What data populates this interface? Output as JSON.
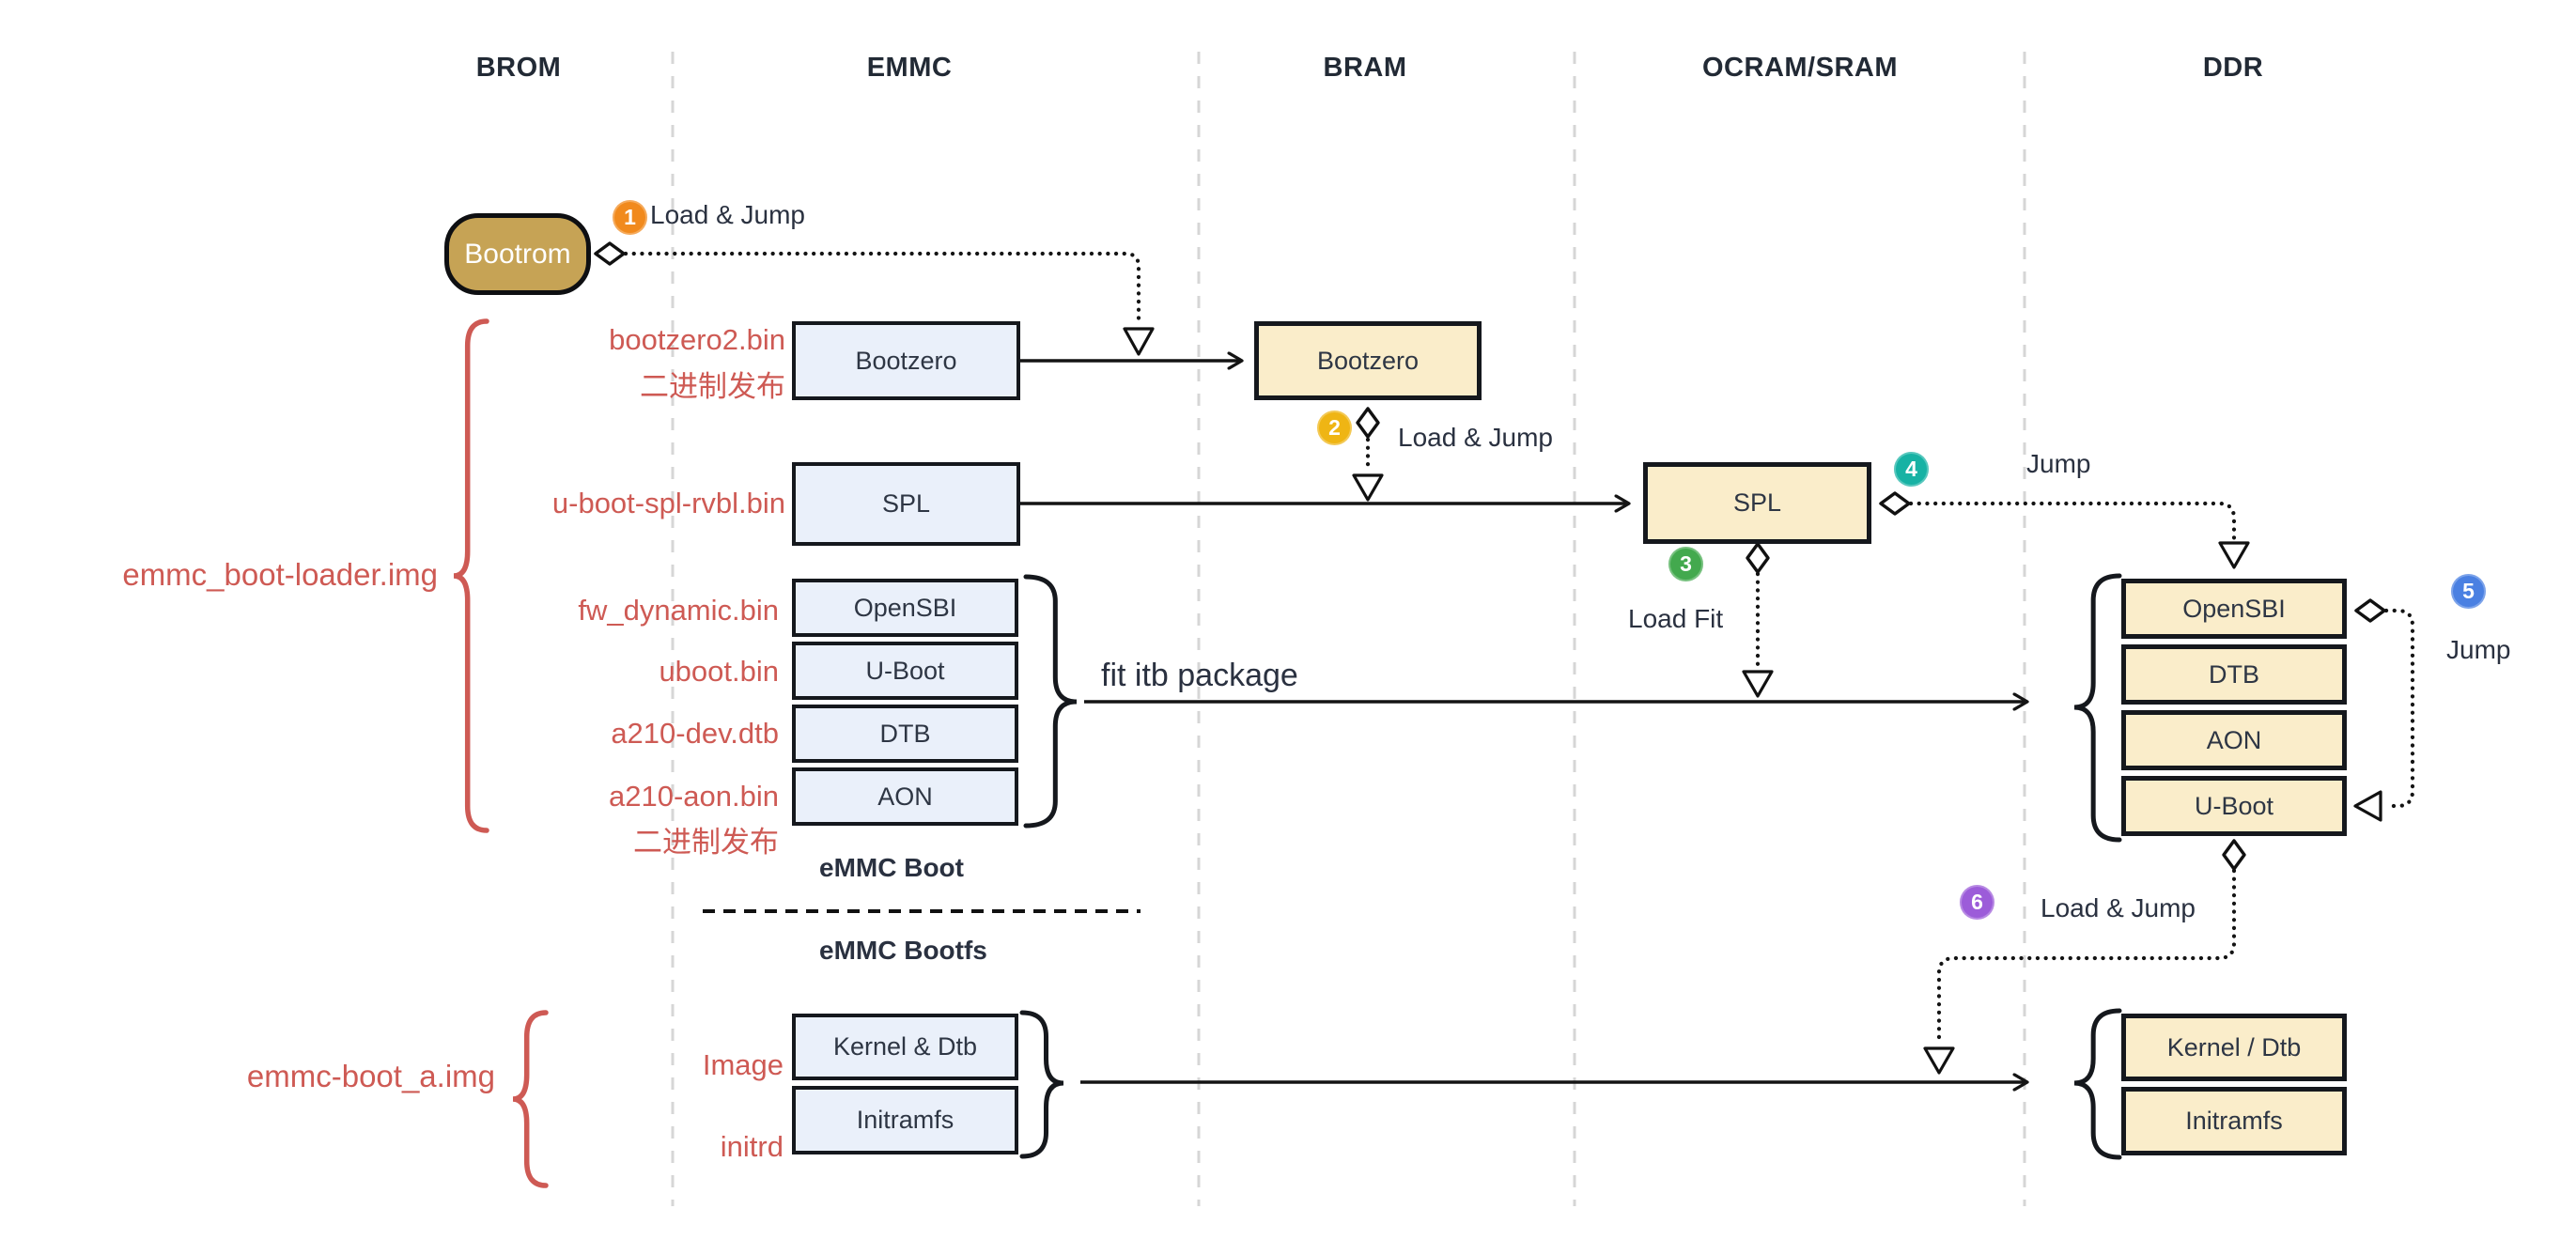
{
  "columns": [
    {
      "label": "BROM"
    },
    {
      "label": "EMMC"
    },
    {
      "label": "BRAM"
    },
    {
      "label": "OCRAM/SRAM"
    },
    {
      "label": "DDR"
    }
  ],
  "bootrom": {
    "label": "Bootrom"
  },
  "red_labels": {
    "boot_loader_img": "emmc_boot-loader.img",
    "bootzero_bin": "bootzero2.bin",
    "binary_release_1": "二进制发布",
    "spl_bin": "u-boot-spl-rvbl.bin",
    "fw_dynamic_bin": "fw_dynamic.bin",
    "uboot_bin": "uboot.bin",
    "dev_dtb": "a210-dev.dtb",
    "aon_bin": "a210-aon.bin",
    "binary_release_2": "二进制发布",
    "boot_a_img": "emmc-boot_a.img",
    "image": "Image",
    "initrd": "initrd"
  },
  "boxes": {
    "emmc_bootzero": "Bootzero",
    "bram_bootzero": "Bootzero",
    "emmc_spl": "SPL",
    "ocram_spl": "SPL",
    "emmc_stack": [
      "OpenSBI",
      "U-Boot",
      "DTB",
      "AON"
    ],
    "ddr_stack": [
      "OpenSBI",
      "DTB",
      "AON",
      "U-Boot"
    ],
    "emmc_kernel_stack": [
      "Kernel & Dtb",
      "Initramfs"
    ],
    "ddr_kernel_stack": [
      "Kernel / Dtb",
      "Initramfs"
    ]
  },
  "badges": [
    {
      "n": "1",
      "label": "Load & Jump",
      "color": "#F18A1D"
    },
    {
      "n": "2",
      "label": "Load & Jump",
      "color": "#EFB514"
    },
    {
      "n": "3",
      "label": "Load Fit",
      "color": "#43A94E"
    },
    {
      "n": "4",
      "label": "Jump",
      "color": "#17B2A4"
    },
    {
      "n": "5",
      "label": "Jump",
      "color": "#4A80E2"
    },
    {
      "n": "6",
      "label": "Load & Jump",
      "color": "#9C5CD9"
    }
  ],
  "annotations": {
    "fit_itb": "fit itb package",
    "emmc_boot": "eMMC Boot",
    "emmc_bootfs": "eMMC Bootfs"
  },
  "colors": {
    "red_accent": "#CE5A54",
    "blue_box_fill": "#EAF0FA",
    "cream_box_fill": "#FAEDCA",
    "bootrom_fill": "#C6A355",
    "line_dark": "#141414",
    "separator_gray": "#d6d6d6"
  }
}
